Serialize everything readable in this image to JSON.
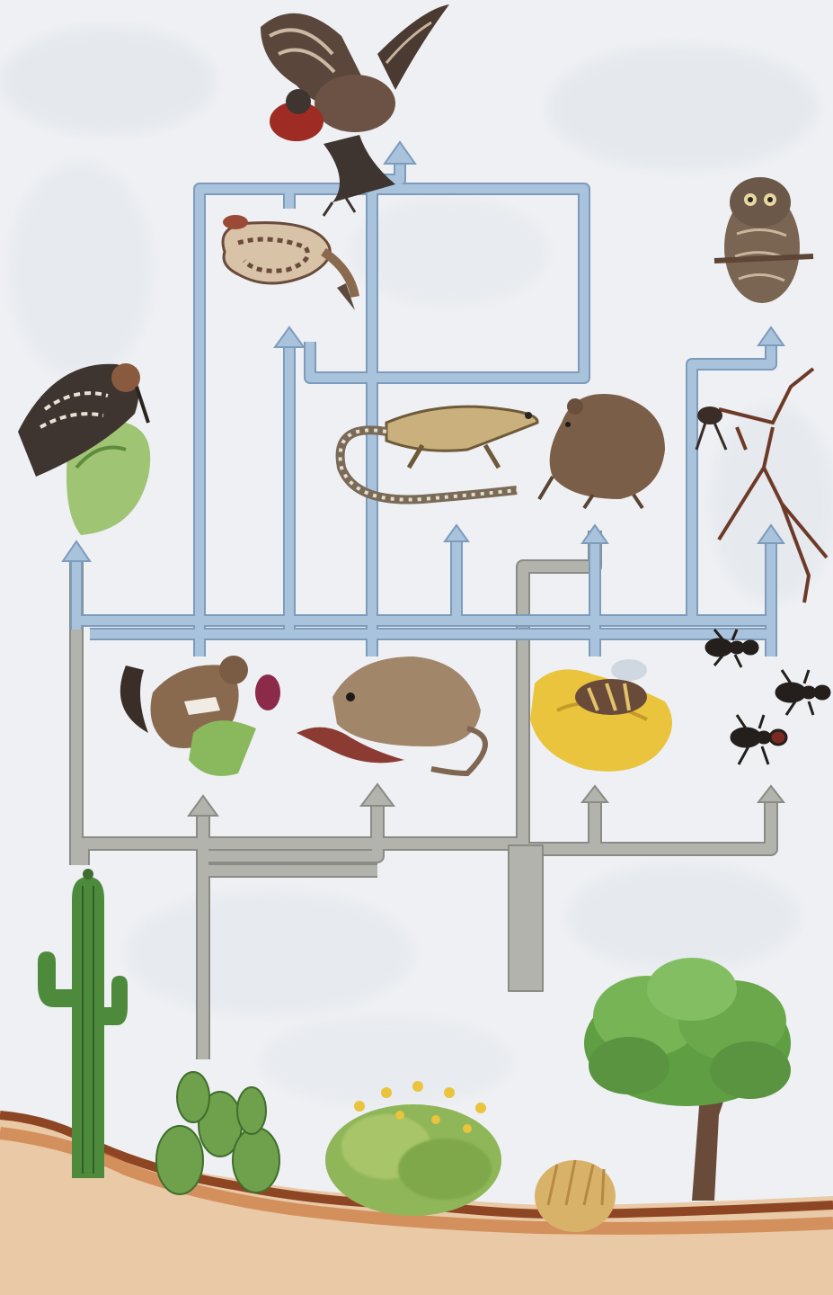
{
  "colors": {
    "paper": "#eef0f3",
    "paper_shade": "#dfe3e9",
    "producer_arrow": "#b3b3ad",
    "producer_arrow_edge": "#8b8b85",
    "consumer_arrow": "#a9c3dd",
    "consumer_arrow_edge": "#7d9cbc",
    "soil": "#c9773d",
    "soil_dark": "#8e4523",
    "cactus": "#4e8a3c",
    "foliage": "#5f9e42",
    "flower_yellow": "#e9c43c",
    "fur_brown": "#8a6a4e",
    "feather_dark": "#3e3530"
  },
  "organisms": [
    {
      "id": "hawk",
      "role": "top predator",
      "icon": "hawk-icon"
    },
    {
      "id": "rattlesnake",
      "role": "secondary consumer",
      "icon": "snake-icon"
    },
    {
      "id": "owl",
      "role": "secondary consumer",
      "icon": "owl-icon"
    },
    {
      "id": "woodpecker",
      "role": "primary consumer",
      "icon": "woodpecker-icon"
    },
    {
      "id": "lizard",
      "role": "secondary consumer",
      "icon": "lizard-icon"
    },
    {
      "id": "rat",
      "role": "secondary consumer",
      "icon": "rat-icon"
    },
    {
      "id": "spider",
      "role": "secondary consumer",
      "icon": "spider-icon"
    },
    {
      "id": "squirrel",
      "role": "primary consumer",
      "icon": "squirrel-icon"
    },
    {
      "id": "kangaroo-rat",
      "role": "primary consumer",
      "icon": "kangaroo-rat-icon"
    },
    {
      "id": "bee-on-flower",
      "role": "primary consumer",
      "icon": "bee-icon"
    },
    {
      "id": "ants",
      "role": "primary consumer",
      "icon": "ant-icon"
    },
    {
      "id": "saguaro",
      "role": "producer",
      "icon": "saguaro-icon"
    },
    {
      "id": "prickly-pear",
      "role": "producer",
      "icon": "prickly-pear-icon"
    },
    {
      "id": "shrub",
      "role": "producer",
      "icon": "shrub-icon"
    },
    {
      "id": "grass",
      "role": "producer",
      "icon": "grass-icon"
    },
    {
      "id": "tree",
      "role": "producer",
      "icon": "tree-icon"
    }
  ],
  "links": [
    {
      "from": "saguaro",
      "to": "woodpecker"
    },
    {
      "from": "saguaro",
      "to": "squirrel"
    },
    {
      "from": "saguaro",
      "to": "kangaroo-rat"
    },
    {
      "from": "prickly-pear",
      "to": "squirrel"
    },
    {
      "from": "prickly-pear",
      "to": "kangaroo-rat"
    },
    {
      "from": "shrub",
      "to": "kangaroo-rat"
    },
    {
      "from": "shrub",
      "to": "bee-on-flower"
    },
    {
      "from": "shrub",
      "to": "ants"
    },
    {
      "from": "shrub",
      "to": "rat"
    },
    {
      "from": "squirrel",
      "to": "rattlesnake"
    },
    {
      "from": "squirrel",
      "to": "hawk"
    },
    {
      "from": "kangaroo-rat",
      "to": "hawk"
    },
    {
      "from": "kangaroo-rat",
      "to": "rattlesnake"
    },
    {
      "from": "kangaroo-rat",
      "to": "owl"
    },
    {
      "from": "bee-on-flower",
      "to": "lizard"
    },
    {
      "from": "bee-on-flower",
      "to": "rat"
    },
    {
      "from": "ants",
      "to": "spider"
    },
    {
      "from": "ants",
      "to": "lizard"
    },
    {
      "from": "spider",
      "to": "owl"
    },
    {
      "from": "lizard",
      "to": "hawk"
    },
    {
      "from": "rattlesnake",
      "to": "hawk"
    },
    {
      "from": "rat",
      "to": "hawk"
    }
  ]
}
